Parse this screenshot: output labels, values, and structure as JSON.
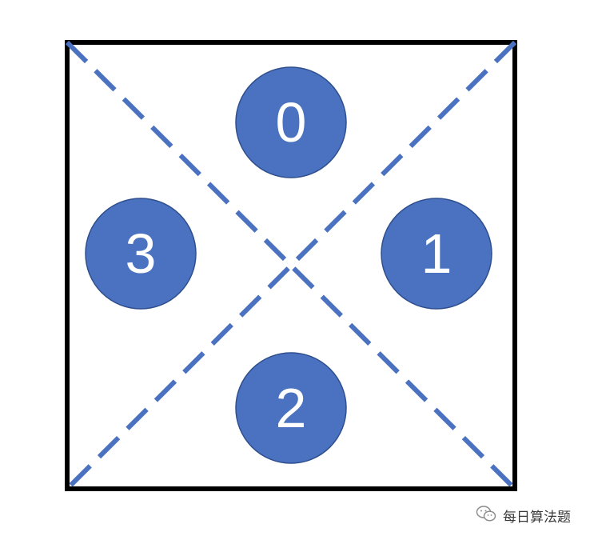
{
  "diagram": {
    "nodes": [
      {
        "id": "top",
        "label": "0"
      },
      {
        "id": "right",
        "label": "1"
      },
      {
        "id": "bottom",
        "label": "2"
      },
      {
        "id": "left",
        "label": "3"
      }
    ],
    "colors": {
      "node_fill": "#4a72c0",
      "node_stroke": "#2f4f8e",
      "diagonal": "#4a72c0",
      "border": "#000000",
      "label": "#ffffff"
    }
  },
  "watermark": {
    "text": "每日算法题",
    "icon": "wechat-icon"
  }
}
